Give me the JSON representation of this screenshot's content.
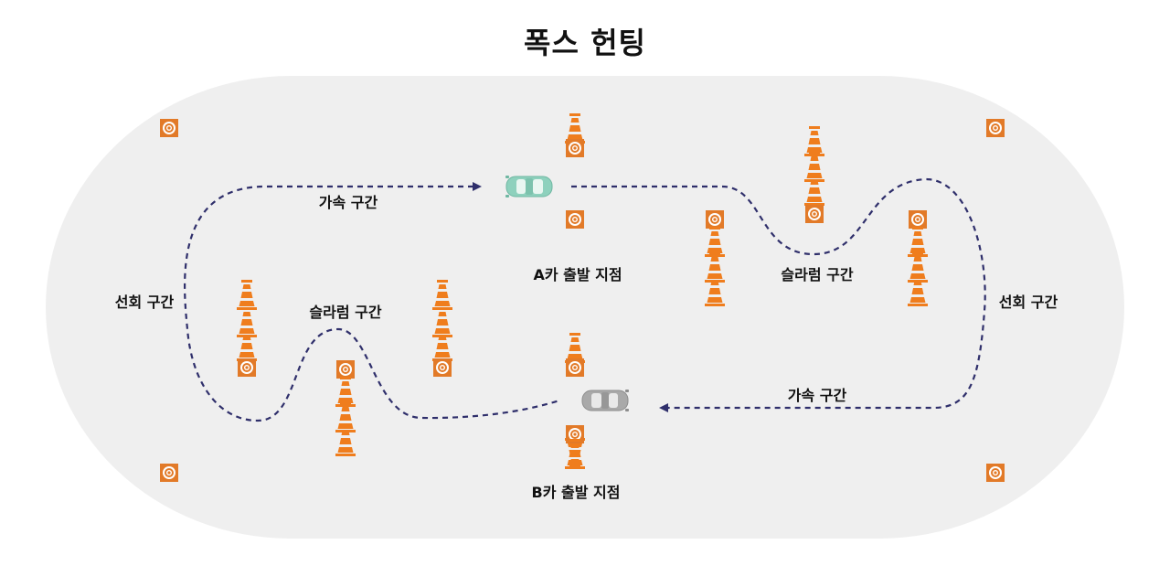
{
  "title": "폭스 헌팅",
  "labels": {
    "accel_top": "가속 구간",
    "accel_bottom": "가속 구간",
    "turn_left": "선회 구간",
    "turn_right": "선회 구간",
    "slalom_left": "슬라럼 구간",
    "slalom_right": "슬라럼 구간",
    "start_a": "A카 출발 지점",
    "start_b": "B카 출발 지점"
  },
  "colors": {
    "track": "#efefef",
    "cone": "#ef7d1d",
    "marker": "#e27a28",
    "path": "#2f2f6b",
    "car_a": "#8ed1bd",
    "car_b": "#a9a9a9"
  },
  "icons": {
    "cone": "traffic-cone-icon",
    "marker": "target-marker-icon",
    "car": "car-icon",
    "arrow": "arrowhead-icon"
  }
}
